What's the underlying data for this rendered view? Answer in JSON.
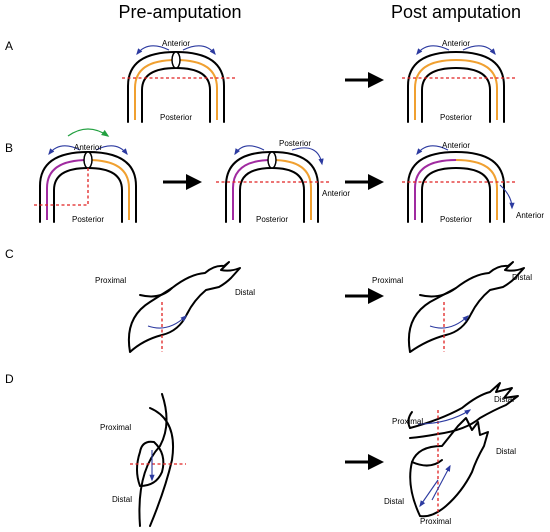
{
  "headers": {
    "left": "Pre-amputation",
    "right": "Post amputation"
  },
  "rows": [
    "A",
    "B",
    "C",
    "D"
  ],
  "labels": {
    "anterior": "Anterior",
    "posterior": "Posterior",
    "proximal": "Proximal",
    "distal": "Distal"
  },
  "colors": {
    "outline": "#000000",
    "orange": "#f0a030",
    "purple": "#a02aa0",
    "cut_line": "#e02020",
    "arrow_blue": "#2c3aa0",
    "arrow_green": "#22a040"
  }
}
